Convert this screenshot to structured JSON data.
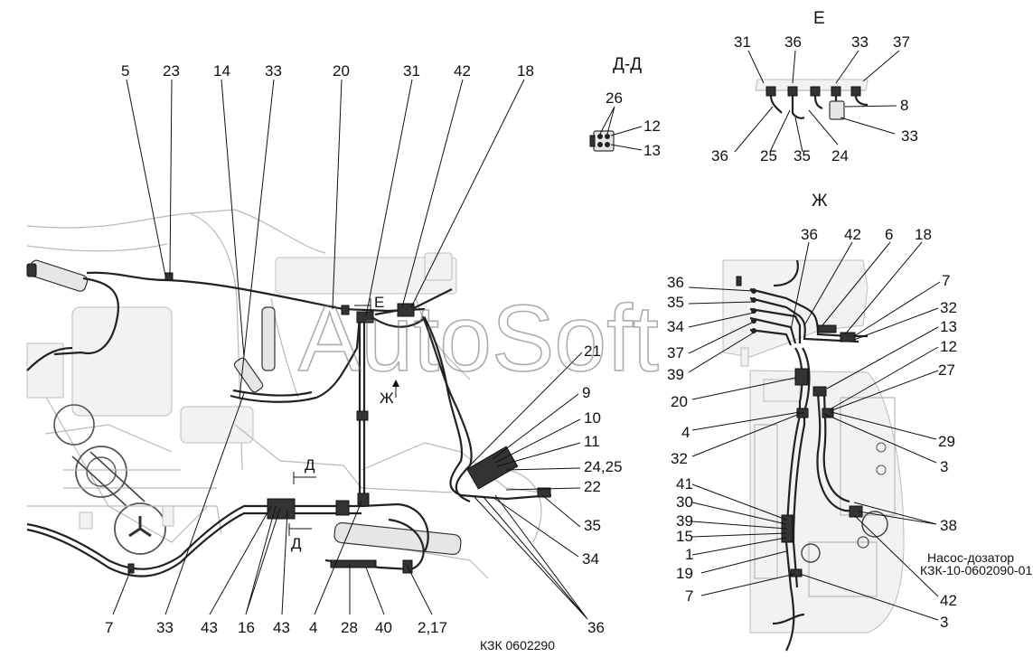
{
  "watermark": "AutoSoft",
  "sections": {
    "dd": "Д-Д",
    "e": "Е",
    "zh": "Ж",
    "d_mark_top": "Д",
    "d_mark_bottom": "Д",
    "e_mark": "Е",
    "zh_mark": "Ж"
  },
  "drawing_code": "КЗК 0602290",
  "pump": {
    "name": "Насос-дозатор",
    "code": "КЗК-10-0602090-01"
  },
  "main_labels_top": [
    "5",
    "23",
    "14",
    "33",
    "20",
    "31",
    "42",
    "18"
  ],
  "main_labels_right": [
    "21",
    "9",
    "10",
    "11",
    "24,25",
    "22",
    "35",
    "34",
    "36"
  ],
  "main_labels_bottom": [
    "7",
    "33",
    "43",
    "16",
    "43",
    "4",
    "28",
    "40",
    "2,17"
  ],
  "dd_labels": [
    "26",
    "12",
    "13"
  ],
  "e_labels_top": [
    "31",
    "36",
    "33",
    "37"
  ],
  "e_labels_bottom": [
    "36",
    "25",
    "35",
    "24",
    "33",
    "8"
  ],
  "zh_labels_top": [
    "36",
    "42",
    "6",
    "18"
  ],
  "zh_labels_left": [
    "36",
    "35",
    "34",
    "37",
    "39",
    "20",
    "4",
    "32",
    "41",
    "30",
    "39",
    "15",
    "1",
    "19",
    "7"
  ],
  "zh_labels_right": [
    "7",
    "32",
    "13",
    "12",
    "27",
    "29",
    "3",
    "38",
    "42",
    "3"
  ]
}
